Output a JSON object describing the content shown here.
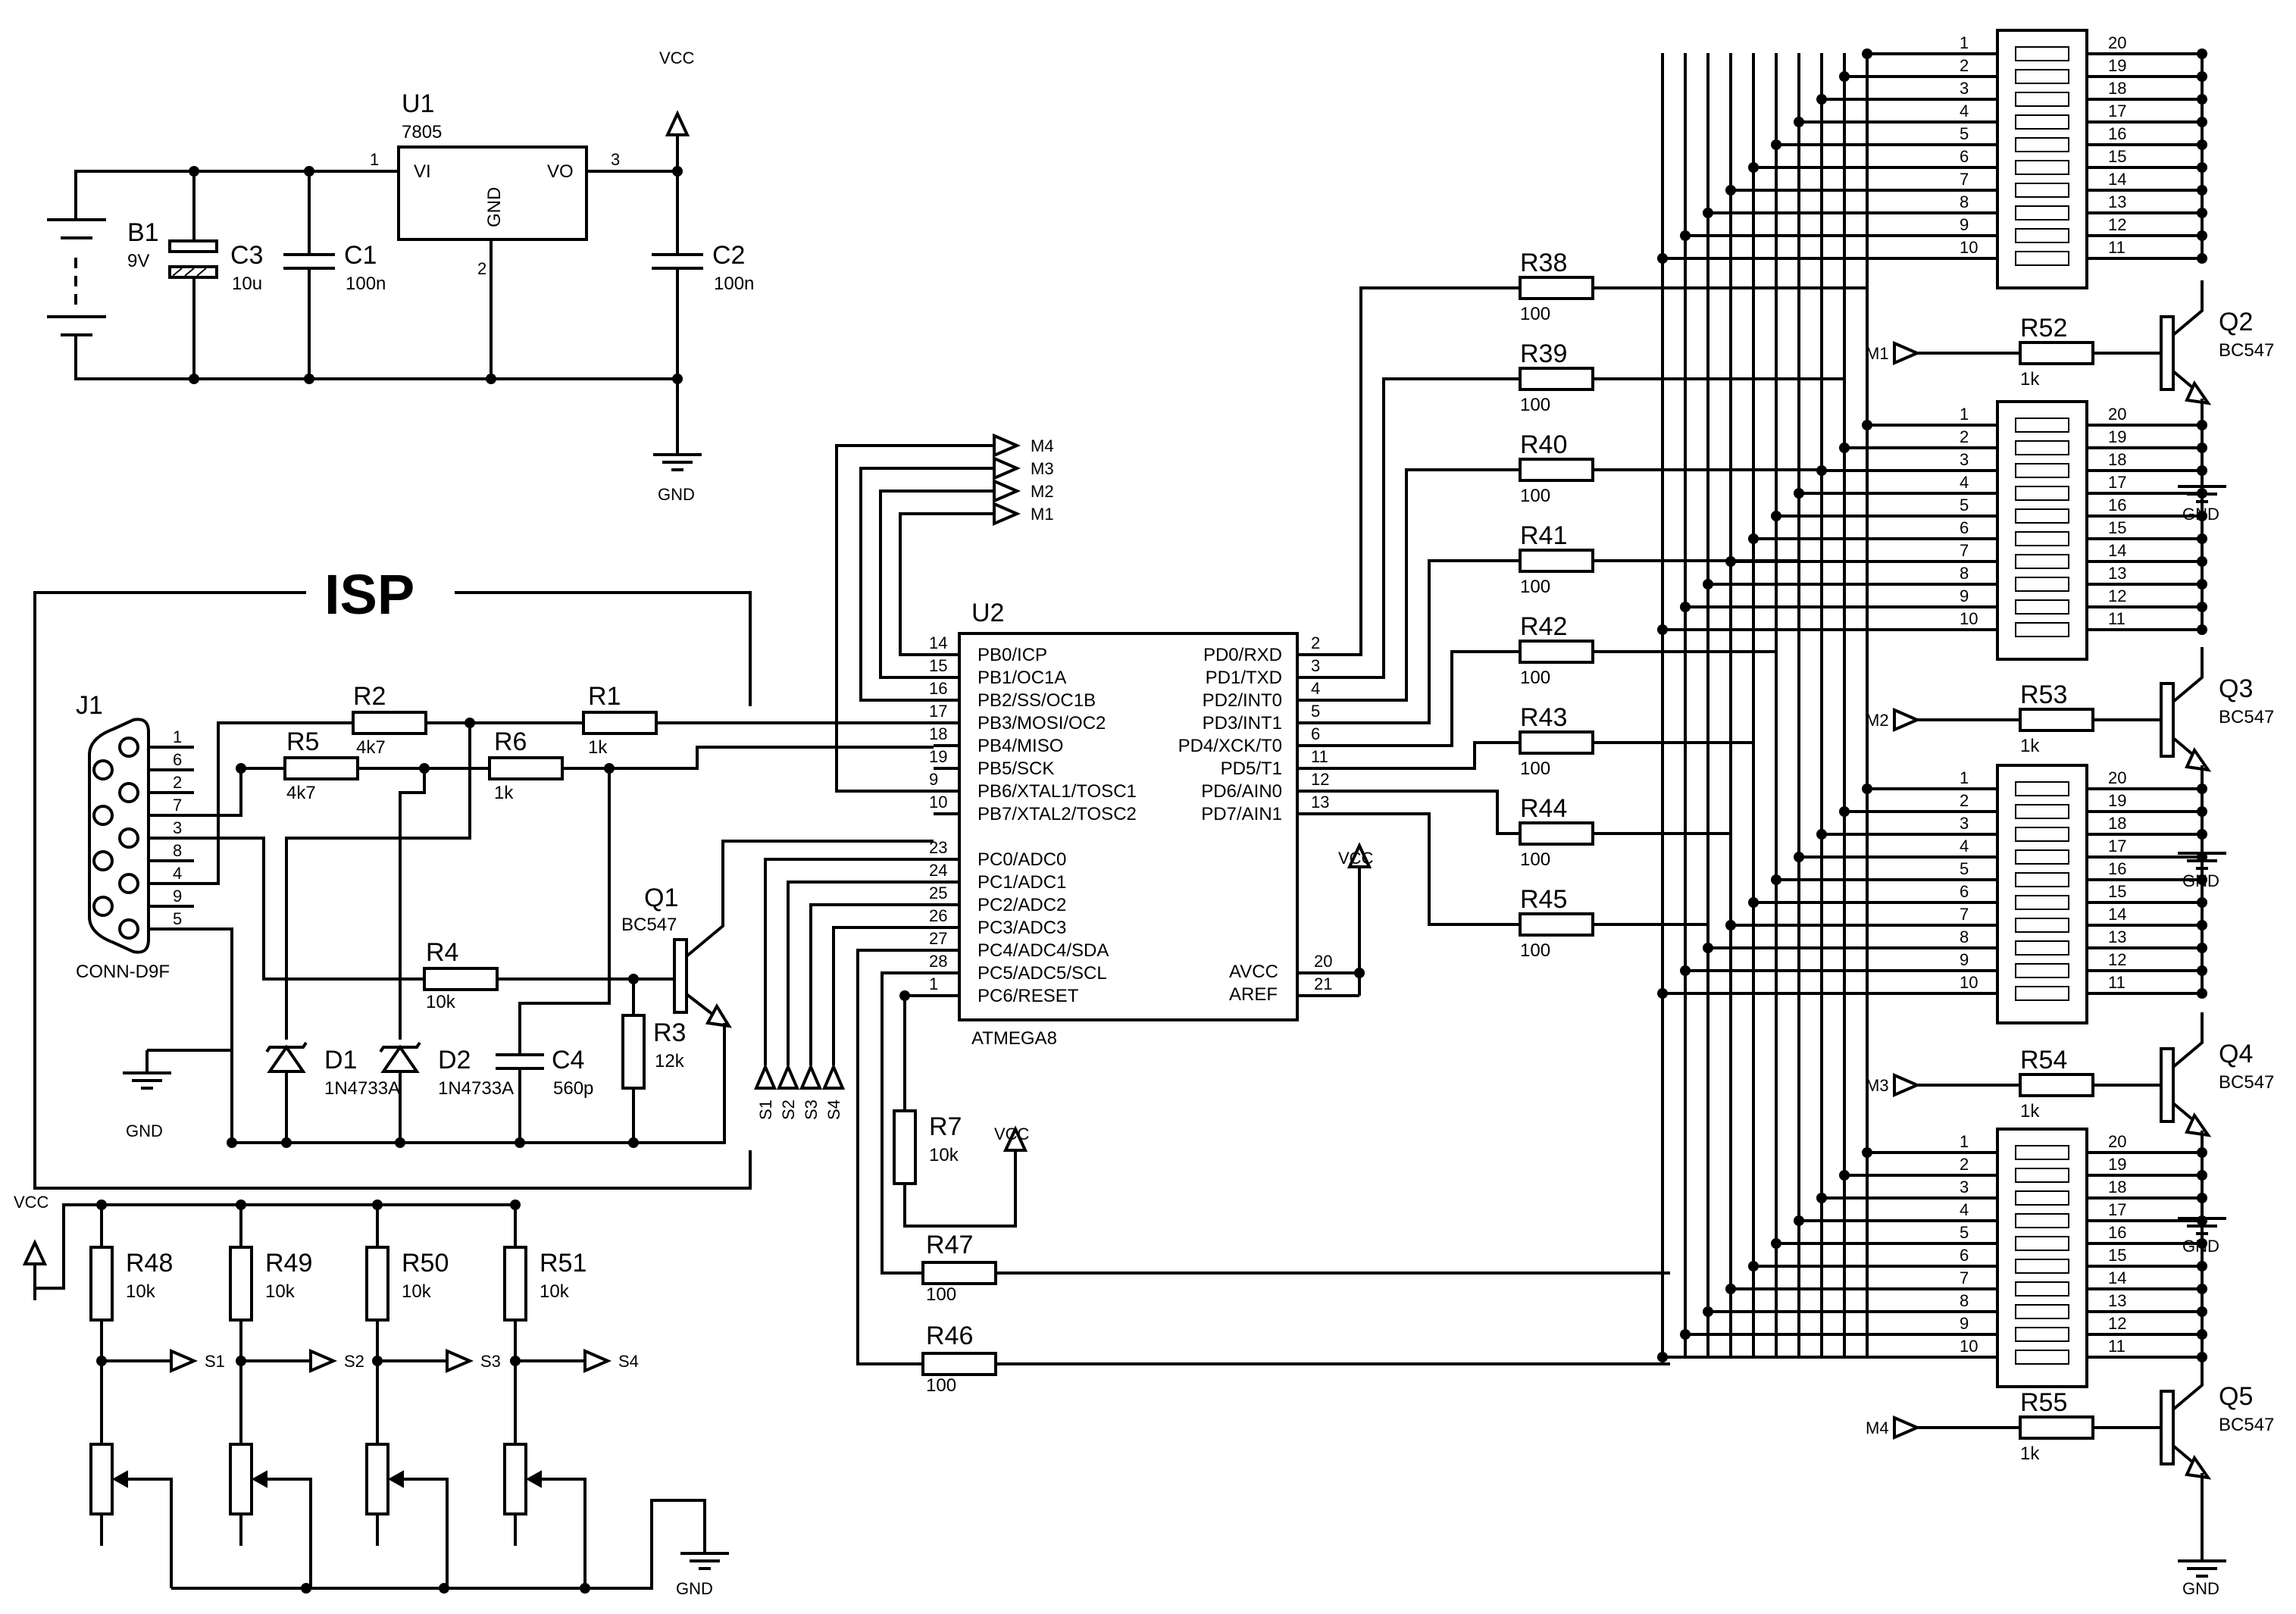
{
  "colors": {
    "line": "#000000",
    "background": "#ffffff"
  },
  "isp": "ISP",
  "power": {
    "vcc": "VCC",
    "gnd": "GND"
  },
  "regulator": {
    "ref": "U1",
    "value": "7805",
    "vi": "VI",
    "vo": "VO",
    "gnd": "GND",
    "pin1": "1",
    "pin2": "2",
    "pin3": "3"
  },
  "b1": {
    "ref": "B1",
    "value": "9V"
  },
  "c1": {
    "ref": "C1",
    "value": "100n"
  },
  "c2": {
    "ref": "C2",
    "value": "100n"
  },
  "c3": {
    "ref": "C3",
    "value": "10u"
  },
  "c4": {
    "ref": "C4",
    "value": "560p"
  },
  "j1": {
    "ref": "J1",
    "value": "CONN-D9F",
    "pins": [
      "1",
      "6",
      "2",
      "7",
      "3",
      "8",
      "4",
      "9",
      "5"
    ]
  },
  "r1": {
    "ref": "R1",
    "value": "1k"
  },
  "r2": {
    "ref": "R2",
    "value": "4k7"
  },
  "r3": {
    "ref": "R3",
    "value": "12k"
  },
  "r4": {
    "ref": "R4",
    "value": "10k"
  },
  "r5": {
    "ref": "R5",
    "value": "4k7"
  },
  "r6": {
    "ref": "R6",
    "value": "1k"
  },
  "r7": {
    "ref": "R7",
    "value": "10k"
  },
  "r46": {
    "ref": "R46",
    "value": "100"
  },
  "r47": {
    "ref": "R47",
    "value": "100"
  },
  "q1": {
    "ref": "Q1",
    "value": "BC547"
  },
  "d1": {
    "ref": "D1",
    "value": "1N4733A"
  },
  "d2": {
    "ref": "D2",
    "value": "1N4733A"
  },
  "u2": {
    "ref": "U2",
    "value": "ATMEGA8",
    "left_pins": [
      {
        "num": "14",
        "name": "PB0/ICP"
      },
      {
        "num": "15",
        "name": "PB1/OC1A"
      },
      {
        "num": "16",
        "name": "PB2/SS/OC1B"
      },
      {
        "num": "17",
        "name": "PB3/MOSI/OC2"
      },
      {
        "num": "18",
        "name": "PB4/MISO"
      },
      {
        "num": "19",
        "name": "PB5/SCK"
      },
      {
        "num": "9",
        "name": "PB6/XTAL1/TOSC1"
      },
      {
        "num": "10",
        "name": "PB7/XTAL2/TOSC2"
      },
      {
        "num": "23",
        "name": "PC0/ADC0"
      },
      {
        "num": "24",
        "name": "PC1/ADC1"
      },
      {
        "num": "25",
        "name": "PC2/ADC2"
      },
      {
        "num": "26",
        "name": "PC3/ADC3"
      },
      {
        "num": "27",
        "name": "PC4/ADC4/SDA"
      },
      {
        "num": "28",
        "name": "PC5/ADC5/SCL"
      },
      {
        "num": "1",
        "name": "PC6/RESET"
      }
    ],
    "right_pins": [
      {
        "num": "2",
        "name": "PD0/RXD"
      },
      {
        "num": "3",
        "name": "PD1/TXD"
      },
      {
        "num": "4",
        "name": "PD2/INT0"
      },
      {
        "num": "5",
        "name": "PD3/INT1"
      },
      {
        "num": "6",
        "name": "PD4/XCK/T0"
      },
      {
        "num": "11",
        "name": "PD5/T1"
      },
      {
        "num": "12",
        "name": "PD6/AIN0"
      },
      {
        "num": "13",
        "name": "PD7/AIN1"
      }
    ],
    "avcc": {
      "num": "20",
      "name": "AVCC"
    },
    "aref": {
      "num": "21",
      "name": "AREF"
    }
  },
  "m_ports": [
    "M4",
    "M3",
    "M2",
    "M1"
  ],
  "s_ports": [
    "S1",
    "S2",
    "S3",
    "S4"
  ],
  "pd_resistors": [
    {
      "ref": "R38",
      "value": "100"
    },
    {
      "ref": "R39",
      "value": "100"
    },
    {
      "ref": "R40",
      "value": "100"
    },
    {
      "ref": "R41",
      "value": "100"
    },
    {
      "ref": "R42",
      "value": "100"
    },
    {
      "ref": "R43",
      "value": "100"
    },
    {
      "ref": "R44",
      "value": "100"
    },
    {
      "ref": "R45",
      "value": "100"
    }
  ],
  "bargraph_left_pins": [
    "1",
    "2",
    "3",
    "4",
    "5",
    "6",
    "7",
    "8",
    "9",
    "10"
  ],
  "bargraph_right_pins": [
    "20",
    "19",
    "18",
    "17",
    "16",
    "15",
    "14",
    "13",
    "12",
    "11"
  ],
  "drivers": [
    {
      "ref": "Q2",
      "value": "BC547",
      "r_ref": "R52",
      "r_value": "1k",
      "net": "M1"
    },
    {
      "ref": "Q3",
      "value": "BC547",
      "r_ref": "R53",
      "r_value": "1k",
      "net": "M2"
    },
    {
      "ref": "Q4",
      "value": "BC547",
      "r_ref": "R54",
      "r_value": "1k",
      "net": "M3"
    },
    {
      "ref": "Q5",
      "value": "BC547",
      "r_ref": "R55",
      "r_value": "1k",
      "net": "M4"
    }
  ],
  "pots": [
    {
      "ref": "R48",
      "value": "10k",
      "net": "S1"
    },
    {
      "ref": "R49",
      "value": "10k",
      "net": "S2"
    },
    {
      "ref": "R50",
      "value": "10k",
      "net": "S3"
    },
    {
      "ref": "R51",
      "value": "10k",
      "net": "S4"
    }
  ]
}
